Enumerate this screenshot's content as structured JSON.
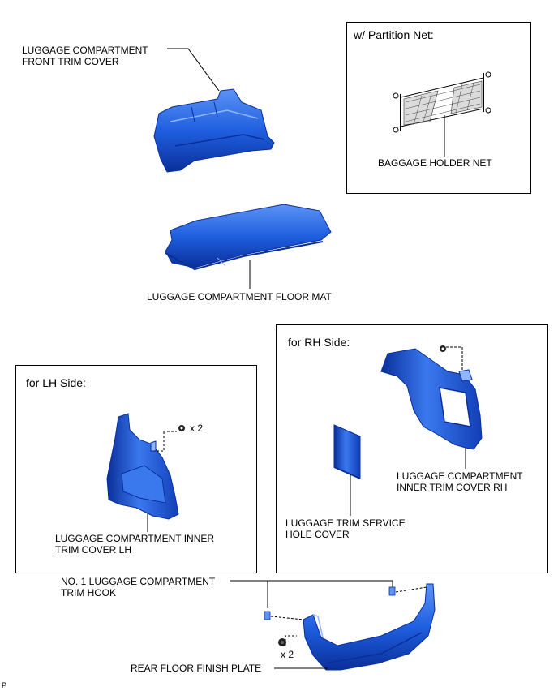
{
  "labels": {
    "front_trim_cover_l1": "LUGGAGE COMPARTMENT",
    "front_trim_cover_l2": "FRONT TRIM COVER",
    "floor_mat": "LUGGAGE COMPARTMENT FLOOR MAT",
    "partition_box_title": "w/ Partition Net:",
    "baggage_holder_net": "BAGGAGE HOLDER NET",
    "rh_box_title": "for RH Side:",
    "inner_trim_rh_l1": "LUGGAGE COMPARTMENT",
    "inner_trim_rh_l2": "INNER TRIM COVER RH",
    "service_hole_l1": "LUGGAGE TRIM SERVICE",
    "service_hole_l2": "HOLE COVER",
    "lh_box_title": "for LH Side:",
    "lh_clip_qty": "x 2",
    "inner_trim_lh_l1": "LUGGAGE COMPARTMENT INNER",
    "inner_trim_lh_l2": "TRIM COVER LH",
    "trim_hook_l1": "NO. 1 LUGGAGE COMPARTMENT",
    "trim_hook_l2": "TRIM HOOK",
    "finish_plate_clip_qty": "x 2",
    "rear_floor_finish_plate": "REAR FLOOR FINISH PLATE",
    "corner_mark": "P"
  },
  "colors": {
    "part_blue": "#1f5fe0",
    "part_blue_dark": "#0a2f9a",
    "part_blue_light": "#5d93f5",
    "line": "#000000"
  }
}
